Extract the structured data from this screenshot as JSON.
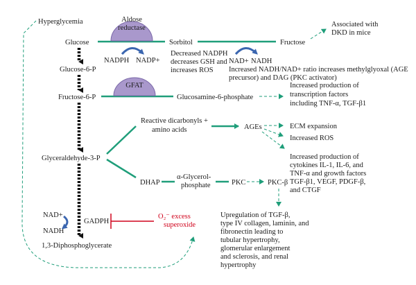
{
  "colors": {
    "green": "#1f9e7a",
    "enzyme_fill": "#a998cc",
    "enzyme_stroke": "#7a68a8",
    "black": "#111111",
    "red": "#d0021b",
    "blue": "#3b66b0"
  },
  "nodes": {
    "hyperglycemia": "Hyperglycemia",
    "glucose": "Glucose",
    "sorbitol": "Sorbitol",
    "fructose": "Fructose",
    "glucose6p": "Glucose-6-P",
    "fructose6p": "Fructose-6-P",
    "glucosamine6p": "Glucosamine-6-phosphate",
    "glyceraldehyde3p": "Glyceraldehyde-3-P",
    "reactive_dicarbonyls": [
      "Reactive dicarbonyls +",
      "amino acids"
    ],
    "ages": "AGEs",
    "dhap": "DHAP",
    "glycerol_phosphate": [
      "α-Glycerol-",
      "phosphate"
    ],
    "pkc": "PKC",
    "pkc_beta": "PKC-β",
    "bisphosphoglycerate": "1,3-Diphosphoglycerate",
    "nad_plus": "NAD+",
    "nadh": "NADH",
    "gadph": "GADPH",
    "superoxide": [
      "O₂⁻ excess",
      "superoxide"
    ]
  },
  "enzymes": {
    "aldose_reductase": [
      "Aldose",
      "reductase"
    ],
    "gfat": "GFAT"
  },
  "cofactors": {
    "nadph": "NADPH",
    "nadp_plus": "NADP+",
    "nad_plus_2": "NAD+",
    "nadh_2": "NADH"
  },
  "notes": {
    "dkd": [
      "Associated with",
      "DKD in mice"
    ],
    "nadph_decrease": [
      "Decreased NADPH",
      "decreases GSH and",
      "increases ROS"
    ],
    "nadh_ratio": [
      "Increased NADH/NAD+ ratio increases methylglyoxal (AGE",
      "precursor) and DAG (PKC activator)"
    ],
    "transcription": [
      "Increased production of",
      "transcription factors",
      "including TNF-α, TGF-β1"
    ],
    "ecm": "ECM expansion",
    "ros": "Increased ROS",
    "cytokines": [
      "Increased production of",
      "cytokines IL-1, IL-6, and",
      "TNF-α and growth factors",
      "TGF-β1, VEGF, PDGF-β,",
      "and CTGF"
    ],
    "upregulation": [
      "Upregulation of TGF-β,",
      "type IV collagen, laminin, and",
      "fibronectin leading to",
      "tubular hypertrophy,",
      "glomerular enlargement",
      "and sclerosis, and renal",
      "hypertrophy"
    ]
  }
}
